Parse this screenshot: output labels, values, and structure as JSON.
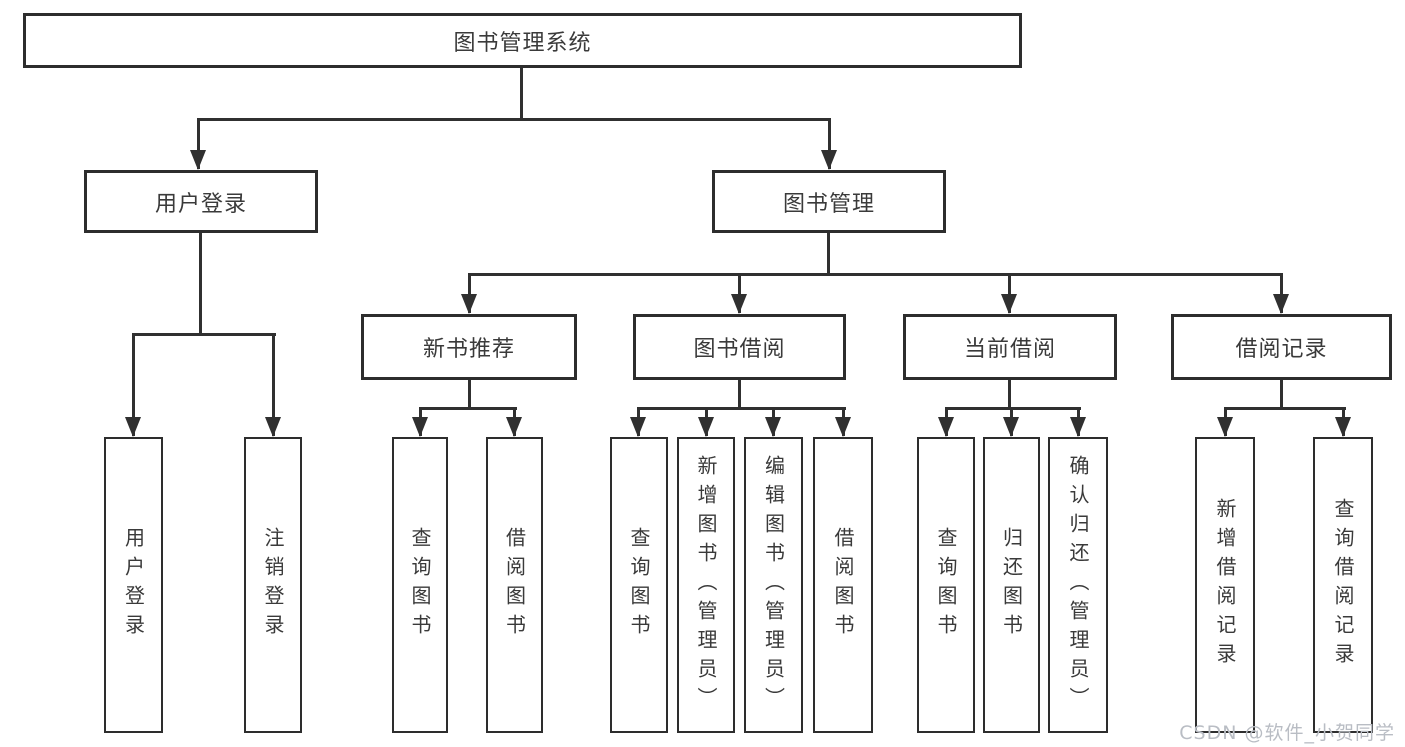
{
  "diagram": {
    "watermark": "CSDN @软件_小贺同学",
    "colors": {
      "line": "#303030",
      "border": "#2d2d2d",
      "text": "#3a3a3a",
      "watermark_text": "#b9bdc4",
      "background": "#ffffff"
    },
    "tree": {
      "root": "图书管理系统",
      "children": [
        {
          "label": "用户登录",
          "children": [
            "用户登录",
            "注销登录"
          ]
        },
        {
          "label": "图书管理",
          "children": [
            {
              "label": "新书推荐",
              "children": [
                "查询图书",
                "借阅图书"
              ]
            },
            {
              "label": "图书借阅",
              "children": [
                "查询图书",
                "新增图书（管理员）",
                "编辑图书（管理员）",
                "借阅图书"
              ]
            },
            {
              "label": "当前借阅",
              "children": [
                "查询图书",
                "归还图书",
                "确认归还（管理员）"
              ]
            },
            {
              "label": "借阅记录",
              "children": [
                "新增借阅记录",
                "查询借阅记录"
              ]
            }
          ]
        }
      ]
    }
  }
}
